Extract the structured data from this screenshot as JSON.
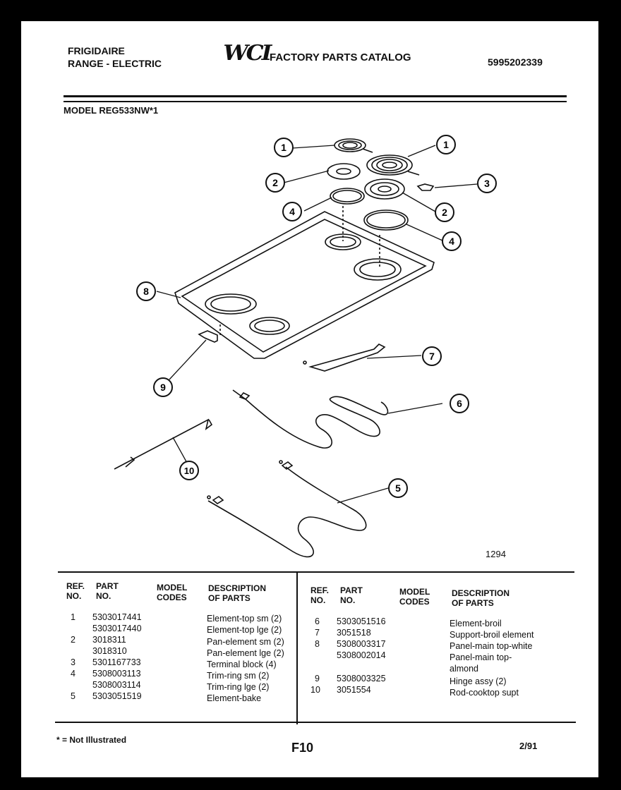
{
  "header": {
    "brand": "FRIGIDAIRE",
    "product": "RANGE - ELECTRIC",
    "logo": "WCI",
    "catalog_title": "FACTORY PARTS CATALOG",
    "catalog_number": "5995202339",
    "model": "MODEL REG533NW*1"
  },
  "callouts": [
    "1",
    "1",
    "2",
    "3",
    "4",
    "2",
    "4",
    "8",
    "7",
    "9",
    "6",
    "10",
    "5"
  ],
  "diagram": {
    "illustration_no": "1294"
  },
  "table": {
    "headers": {
      "ref": "REF.",
      "no": "NO.",
      "part": "PART",
      "model": "MODEL",
      "codes": "CODES",
      "description": "DESCRIPTION",
      "of_parts": "OF PARTS"
    },
    "left_rows": [
      {
        "ref": "1",
        "part": "5303017441",
        "desc": "Element-top sm (2)"
      },
      {
        "ref": "",
        "part": "5303017440",
        "desc": "Element-top lge (2)"
      },
      {
        "ref": "2",
        "part": "3018311",
        "desc": "Pan-element sm (2)"
      },
      {
        "ref": "",
        "part": "3018310",
        "desc": "Pan-element lge (2)"
      },
      {
        "ref": "3",
        "part": "5301167733",
        "desc": "Terminal block (4)"
      },
      {
        "ref": "4",
        "part": "5308003113",
        "desc": "Trim-ring sm (2)"
      },
      {
        "ref": "",
        "part": "5308003114",
        "desc": "Trim-ring lge (2)"
      },
      {
        "ref": "5",
        "part": "5303051519",
        "desc": "Element-bake"
      }
    ],
    "right_rows": [
      {
        "ref": "6",
        "part": "5303051516",
        "desc": "Element-broil"
      },
      {
        "ref": "7",
        "part": "3051518",
        "desc": "Support-broil element"
      },
      {
        "ref": "8",
        "part": "5308003317",
        "desc": "Panel-main top-white"
      },
      {
        "ref": "",
        "part": "5308002014",
        "desc": "Panel-main top-",
        "desc_cont": "almond"
      },
      {
        "ref": "9",
        "part": "5308003325",
        "desc": "Hinge assy (2)"
      },
      {
        "ref": "10",
        "part": "3051554",
        "desc": "Rod-cooktop supt"
      }
    ]
  },
  "footer": {
    "note": "* = Not Illustrated",
    "page": "F10",
    "date": "2/91"
  }
}
